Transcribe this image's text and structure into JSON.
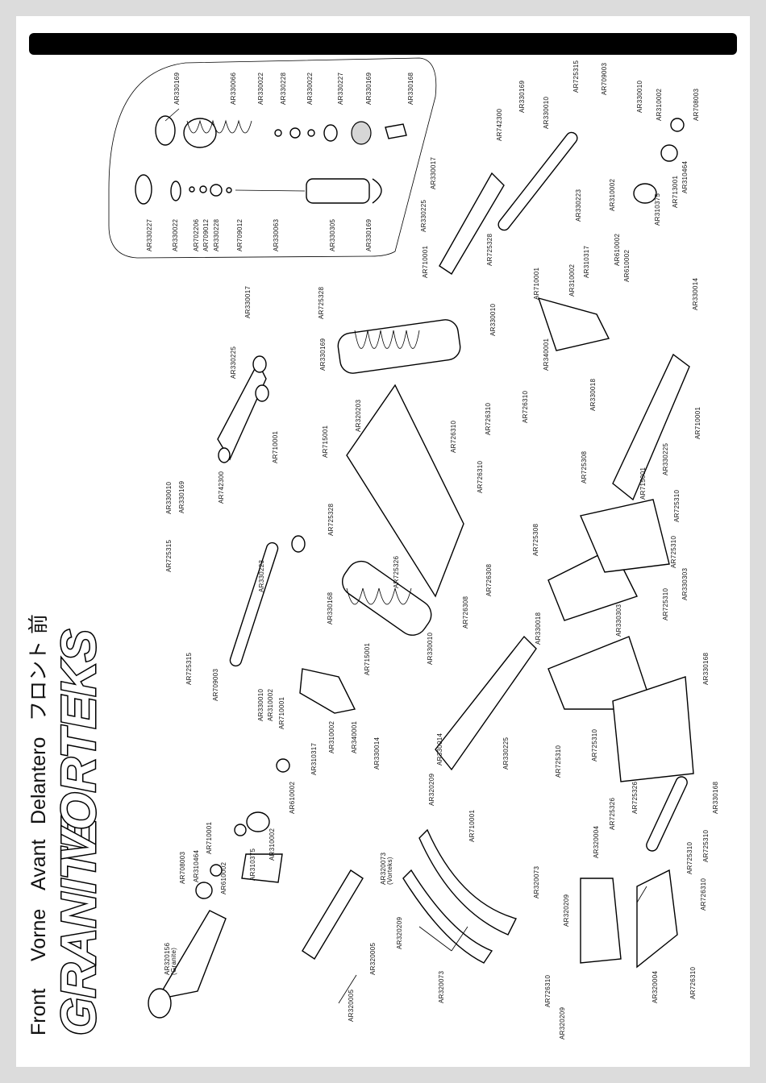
{
  "page": {
    "title_languages": [
      "Front",
      "Vorne",
      "Avant",
      "Delantero",
      "フロント",
      "前"
    ],
    "logo_left": "GRANITE",
    "logo_right": "VORTEKS"
  },
  "labels": [
    "AR330169",
    "AR330066",
    "AR330022",
    "AR330228",
    "AR330022",
    "AR330227",
    "AR330169",
    "AR330168",
    "AR330227",
    "AR330022",
    "AR702206",
    "AR709012",
    "AR330228",
    "AR709012",
    "AR330063",
    "AR330305",
    "AR330169",
    "AR330017",
    "AR330225",
    "AR710001",
    "AR742300",
    "AR330169",
    "AR330010",
    "AR725315",
    "AR330223",
    "AR725315",
    "AR709003",
    "AR330010",
    "AR310002",
    "AR710001",
    "AR340001",
    "AR310002",
    "AR310317",
    "AR330014",
    "AR610002",
    "AR310002",
    "AR310375",
    "AR610002",
    "AR710001",
    "AR310464",
    "AR708003",
    "AR725328",
    "AR330169",
    "AR715001",
    "AR320203",
    "AR725328",
    "AR330168",
    "AR715001",
    "AR725326",
    "AR330010",
    "AR330017",
    "AR330225",
    "AR710001",
    "AR725328",
    "AR330010",
    "AR742300",
    "AR330169",
    "AR330010",
    "AR725315",
    "AR709003",
    "AR330223",
    "AR710001",
    "AR310002",
    "AR310317",
    "AR610002",
    "AR340001",
    "AR310002",
    "AR610002",
    "AR310375",
    "AR713001",
    "AR310464",
    "AR708003",
    "AR310002",
    "AR330010",
    "AR330014",
    "AR330018",
    "AR710001",
    "AR330225",
    "AR725310",
    "AR726310",
    "AR726310",
    "AR726310",
    "AR726310",
    "AR725308",
    "AR715001",
    "AR725310",
    "AR330303",
    "AR725310",
    "AR725308",
    "AR726308",
    "AR726308",
    "AR330018",
    "AR330303",
    "AR725310",
    "AR725310",
    "AR330168",
    "AR330168",
    "AR725310",
    "AR725310",
    "AR725326",
    "AR725326",
    "AR330014",
    "AR330225",
    "AR320209",
    "AR710001",
    "AR320073",
    "AR320004",
    "AR320209",
    "AR726310",
    "AR726310",
    "AR320073",
    "AR320004",
    "AR726310",
    "AR320209",
    "AR320156",
    "AR320005",
    "AR320005",
    "AR320209",
    "AR320073"
  ],
  "label_notes": {
    "granite": "(Granite)",
    "vorteks": "(Vorteks)"
  }
}
